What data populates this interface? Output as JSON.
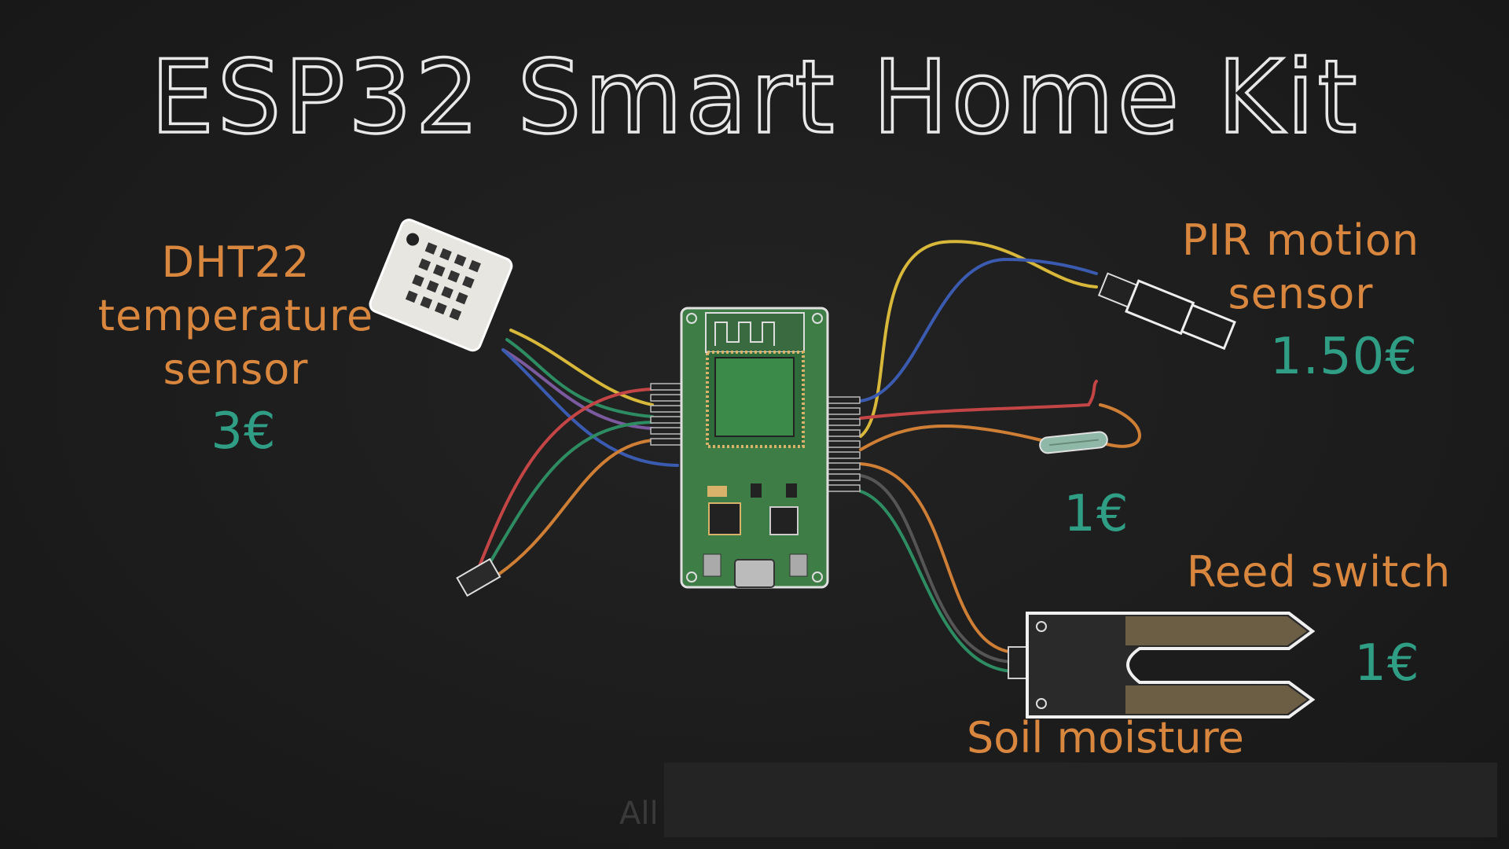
{
  "title": "ESP32 Smart Home Kit",
  "colors": {
    "label": "#d9873f",
    "price": "#2f9e84",
    "board": "#3f7d46",
    "background": "#1c1c1c"
  },
  "components": [
    {
      "name_lines": [
        "DHT22",
        "temperature",
        "sensor"
      ],
      "price": "3€"
    },
    {
      "name_lines": [
        "PIR motion",
        "sensor"
      ],
      "price": "1.50€"
    },
    {
      "name": "Reed switch",
      "price": "1€"
    },
    {
      "name": "Soil moisture",
      "price": "1€"
    }
  ],
  "footer_partial": "All"
}
